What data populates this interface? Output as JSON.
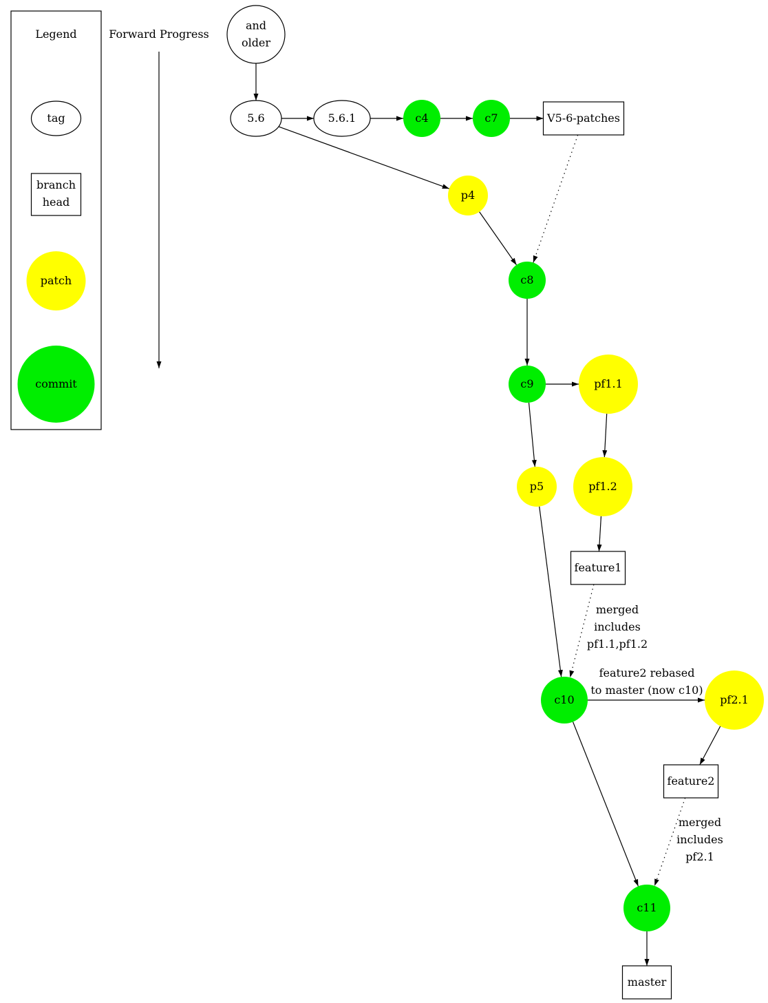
{
  "legend": {
    "title": "Legend",
    "items": [
      {
        "key": "tag",
        "lines": [
          "tag"
        ],
        "fill": "#ffffff"
      },
      {
        "key": "branch",
        "lines": [
          "branch",
          "head"
        ],
        "fill": "#ffffff"
      },
      {
        "key": "patch",
        "lines": [
          "patch"
        ],
        "fill": "#ffff00"
      },
      {
        "key": "commit",
        "lines": [
          "commit"
        ],
        "fill": "#00ee00"
      }
    ]
  },
  "progress": {
    "label": "Forward Progress"
  },
  "colors": {
    "commit": "#00ee00",
    "patch": "#ffff00",
    "tag": "#ffffff",
    "branch": "#ffffff",
    "stroke": "#000000"
  },
  "nodes": [
    {
      "id": "older",
      "kind": "tag",
      "lines": [
        "and",
        "older"
      ]
    },
    {
      "id": "v56",
      "kind": "tag",
      "lines": [
        "5.6"
      ]
    },
    {
      "id": "v561",
      "kind": "tag",
      "lines": [
        "5.6.1"
      ]
    },
    {
      "id": "c4",
      "kind": "commit",
      "lines": [
        "c4"
      ]
    },
    {
      "id": "c7",
      "kind": "commit",
      "lines": [
        "c7"
      ]
    },
    {
      "id": "v56patches",
      "kind": "branch",
      "lines": [
        "V5-6-patches"
      ]
    },
    {
      "id": "p4",
      "kind": "patch",
      "lines": [
        "p4"
      ]
    },
    {
      "id": "c8",
      "kind": "commit",
      "lines": [
        "c8"
      ]
    },
    {
      "id": "c9",
      "kind": "commit",
      "lines": [
        "c9"
      ]
    },
    {
      "id": "pf11",
      "kind": "patch",
      "lines": [
        "pf1.1"
      ]
    },
    {
      "id": "p5",
      "kind": "patch",
      "lines": [
        "p5"
      ]
    },
    {
      "id": "pf12",
      "kind": "patch",
      "lines": [
        "pf1.2"
      ]
    },
    {
      "id": "feature1",
      "kind": "branch",
      "lines": [
        "feature1"
      ]
    },
    {
      "id": "c10",
      "kind": "commit",
      "lines": [
        "c10"
      ]
    },
    {
      "id": "pf21",
      "kind": "patch",
      "lines": [
        "pf2.1"
      ]
    },
    {
      "id": "feature2",
      "kind": "branch",
      "lines": [
        "feature2"
      ]
    },
    {
      "id": "c11",
      "kind": "commit",
      "lines": [
        "c11"
      ]
    },
    {
      "id": "master",
      "kind": "branch",
      "lines": [
        "master"
      ]
    }
  ],
  "edges": [
    {
      "from": "older",
      "to": "v56",
      "style": "solid"
    },
    {
      "from": "v56",
      "to": "v561",
      "style": "solid"
    },
    {
      "from": "v561",
      "to": "c4",
      "style": "solid"
    },
    {
      "from": "c4",
      "to": "c7",
      "style": "solid"
    },
    {
      "from": "c7",
      "to": "v56patches",
      "style": "solid"
    },
    {
      "from": "v56",
      "to": "p4",
      "style": "solid"
    },
    {
      "from": "v56patches",
      "to": "c8",
      "style": "dotted"
    },
    {
      "from": "p4",
      "to": "c8",
      "style": "solid"
    },
    {
      "from": "c8",
      "to": "c9",
      "style": "solid"
    },
    {
      "from": "c9",
      "to": "pf11",
      "style": "solid"
    },
    {
      "from": "c9",
      "to": "p5",
      "style": "solid"
    },
    {
      "from": "pf11",
      "to": "pf12",
      "style": "solid"
    },
    {
      "from": "pf12",
      "to": "feature1",
      "style": "solid"
    },
    {
      "from": "feature1",
      "to": "c10",
      "style": "dotted",
      "label": [
        "merged",
        "includes",
        "pf1.1,pf1.2"
      ]
    },
    {
      "from": "p5",
      "to": "c10",
      "style": "solid"
    },
    {
      "from": "c10",
      "to": "pf21",
      "style": "solid",
      "label": [
        "feature2 rebased",
        "to master (now c10)"
      ]
    },
    {
      "from": "pf21",
      "to": "feature2",
      "style": "solid"
    },
    {
      "from": "feature2",
      "to": "c11",
      "style": "dotted",
      "label": [
        "merged",
        "includes",
        "pf2.1"
      ]
    },
    {
      "from": "c10",
      "to": "c11",
      "style": "solid"
    },
    {
      "from": "c11",
      "to": "master",
      "style": "solid"
    }
  ]
}
